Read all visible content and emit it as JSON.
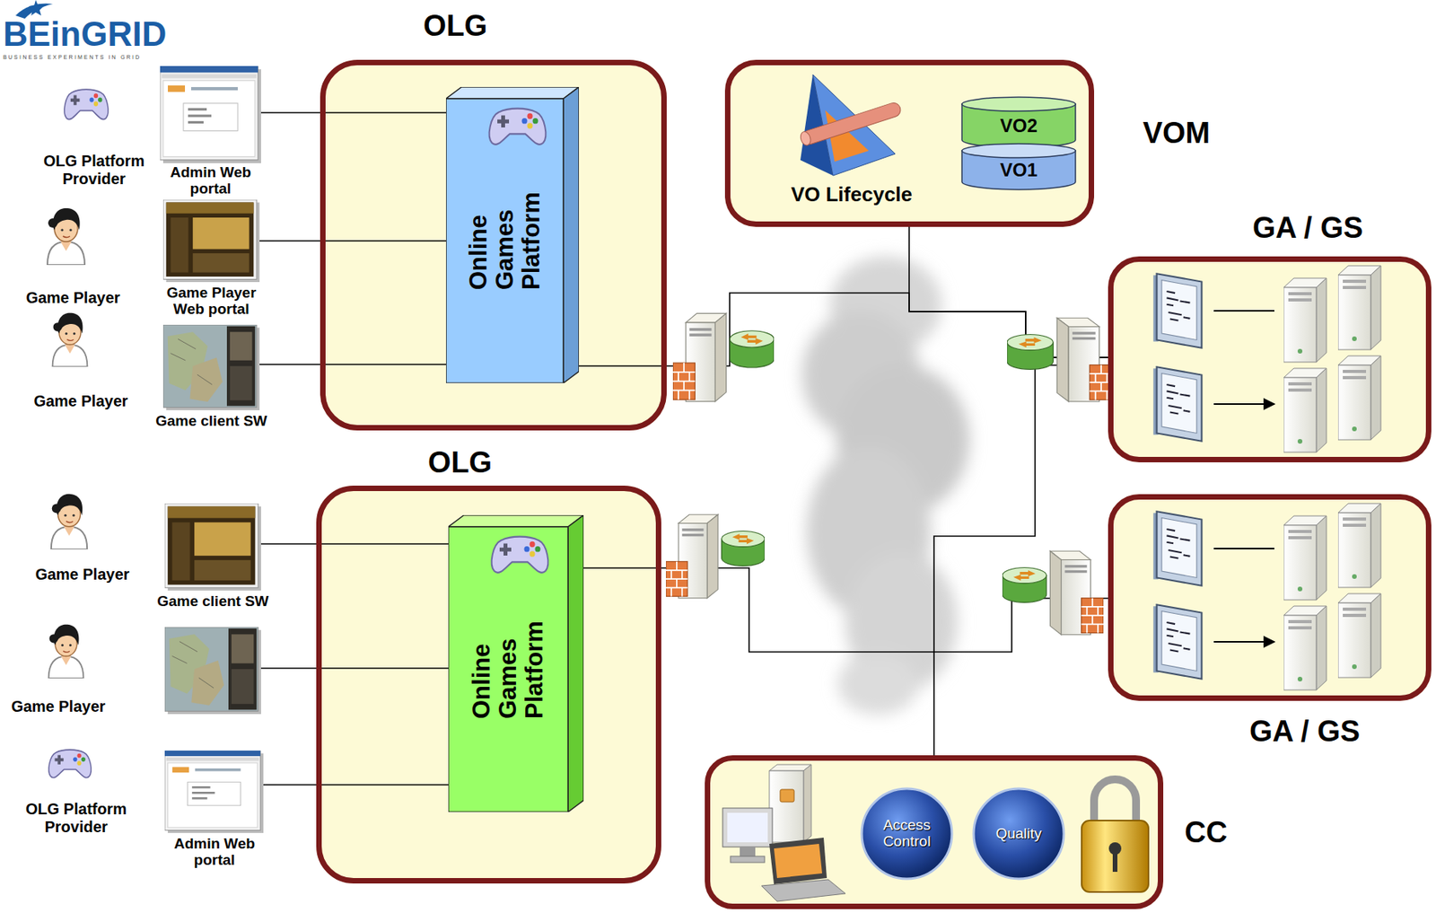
{
  "diagram": {
    "nodes": [
      {
        "text": [
          "Admin Web portal"
        ]
      },
      {
        "text": [
          "Game Player Web portal"
        ]
      },
      {
        "text": [
          "Game client SW"
        ]
      },
      {
        "text": [
          "OLG"
        ]
      },
      {
        "text": [
          "Online Games Platform"
        ],
        "in": 3
      },
      {
        "text": [
          "VOM",
          "VO Lifecycle"
        ]
      },
      {
        "text": [
          "VO2"
        ],
        "in": 5
      },
      {
        "text": [
          "VO1"
        ],
        "in": 5
      },
      {
        "text": [
          "GA / GS"
        ]
      },
      {
        "text": [
          "Game client SW"
        ]
      },
      {
        "text": [
          "Admin Web portal"
        ]
      },
      {
        "text": [
          "OLG"
        ]
      },
      {
        "text": [
          "Online Games Platform"
        ],
        "in": 11
      },
      {
        "text": [
          "GA / GS"
        ]
      },
      {
        "text": [
          "CC"
        ]
      },
      {
        "text": [
          "Access Control"
        ],
        "in": 14
      },
      {
        "text": [
          "Quality"
        ],
        "in": 14
      }
    ],
    "edges": [
      {
        "from": 0,
        "to": 4,
        "arrow": "none"
      },
      {
        "from": 1,
        "to": 4,
        "arrow": "none"
      },
      {
        "from": 2,
        "to": 4,
        "arrow": "none"
      },
      {
        "from": 9,
        "to": 12,
        "arrow": "none"
      },
      {
        "from": 10,
        "to": 12,
        "arrow": "none"
      },
      {
        "from": 3,
        "to": 8,
        "arrow": "none"
      },
      {
        "from": 5,
        "to": 8,
        "arrow": "none"
      },
      {
        "from": 8,
        "to": 14,
        "arrow": "none"
      },
      {
        "from": 11,
        "to": 13,
        "arrow": "none"
      }
    ],
    "labels": [
      "BEinGRID",
      "BUSINESS EXPERIMENTS IN GRID",
      "OLG Platform Provider",
      "Game Player",
      "Game Player",
      "Game Player",
      "Game Player",
      "OLG Platform Provider"
    ]
  }
}
